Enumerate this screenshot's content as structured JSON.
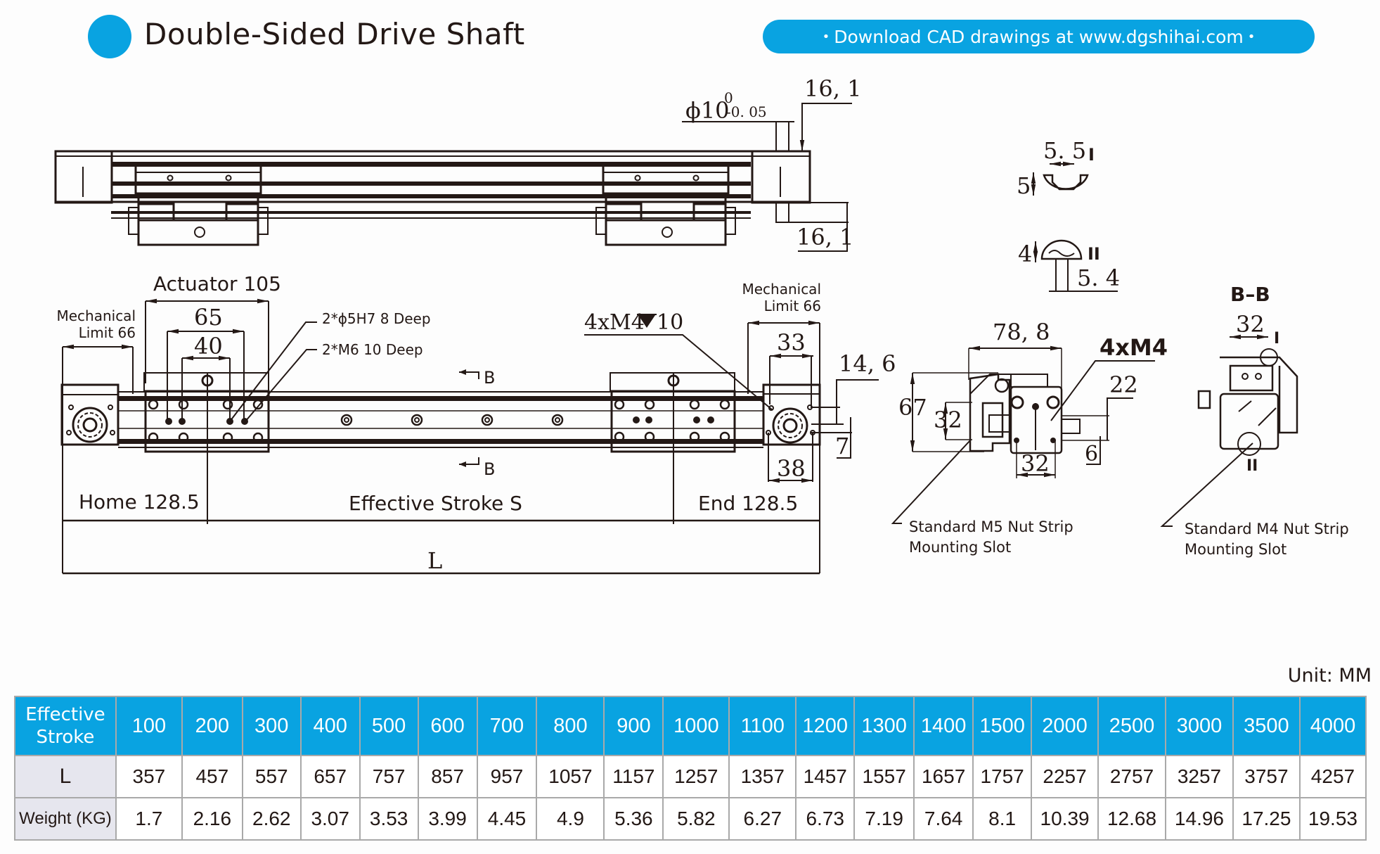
{
  "header": {
    "title": "Double-Sided Drive Shaft",
    "accent_color": "#09a3e1",
    "banner_text": "Download CAD drawings at www.dgshihai.com",
    "banner_bullet": "•"
  },
  "drawing": {
    "top_view": {
      "shaft_diameter": "ϕ10",
      "shaft_tol_upper": "0",
      "shaft_tol_lower": "-0. 05",
      "shaft_length_top": "16, 1",
      "shaft_length_bottom": "16, 1"
    },
    "front_view": {
      "actuator_label": "Actuator 105",
      "dim_65": "65",
      "dim_40": "40",
      "hole_note_1": "2*ϕ5H7 8 Deep",
      "hole_note_2": "2*M6 10 Deep",
      "mech_limit_left": [
        "Mechanical",
        "Limit 66"
      ],
      "mech_limit_right": [
        "Mechanical",
        "Limit 66"
      ],
      "thread_note": "4xM4",
      "thread_depth": "10",
      "section_mark": "B",
      "dim_33": "33",
      "dim_14_6": "14, 6",
      "dim_7": "7",
      "dim_38": "38",
      "home_label": "Home 128.5",
      "stroke_label": "Effective Stroke S",
      "end_label": "End 128.5",
      "total_label": "L"
    },
    "slot_details": {
      "detail_1_mark": "I",
      "detail_1_width": "5. 5",
      "detail_1_depth": "5",
      "detail_2_mark": "II",
      "detail_2_depth": "4",
      "detail_2_width": "5. 4"
    },
    "end_view": {
      "width": "78, 8",
      "thread_note": "4xM4",
      "height": "67",
      "slot_spacing": "32",
      "bottom_spacing": "32",
      "dim_22": "22",
      "dim_6": "6",
      "callout": [
        "Standard M5 Nut Strip",
        "Mounting Slot"
      ]
    },
    "section_view": {
      "title": "B–B",
      "dim_32": "32",
      "mark_1": "I",
      "mark_2": "II",
      "callout": [
        "Standard M4 Nut Strip",
        "Mounting Slot"
      ]
    }
  },
  "spec_table": {
    "unit": "Unit: MM",
    "header_label": [
      "Effective",
      "Stroke"
    ],
    "row_labels": [
      "L",
      "Weight (KG)"
    ],
    "strokes": [
      "100",
      "200",
      "300",
      "400",
      "500",
      "600",
      "700",
      "800",
      "900",
      "1000",
      "1100",
      "1200",
      "1300",
      "1400",
      "1500",
      "2000",
      "2500",
      "3000",
      "3500",
      "4000"
    ],
    "lengths": [
      "357",
      "457",
      "557",
      "657",
      "757",
      "857",
      "957",
      "1057",
      "1157",
      "1257",
      "1357",
      "1457",
      "1557",
      "1657",
      "1757",
      "2257",
      "2757",
      "3257",
      "3757",
      "4257"
    ],
    "weights": [
      "1.7",
      "2.16",
      "2.62",
      "3.07",
      "3.53",
      "3.99",
      "4.45",
      "4.9",
      "5.36",
      "5.82",
      "6.27",
      "6.73",
      "7.19",
      "7.64",
      "8.1",
      "10.39",
      "12.68",
      "14.96",
      "17.25",
      "19.53"
    ]
  }
}
